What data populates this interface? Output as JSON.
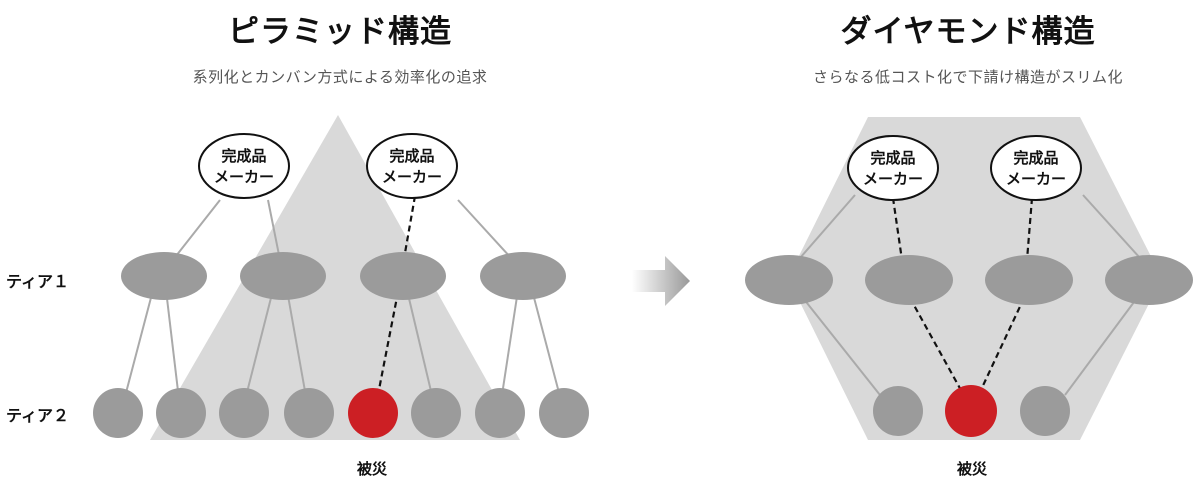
{
  "pyramid": {
    "title": "ピラミッド構造",
    "subtitle": "系列化とカンバン方式による効率化の追求",
    "oem_line1": "完成品",
    "oem_line2": "メーカー",
    "caption": "被災"
  },
  "diamond": {
    "title": "ダイヤモンド構造",
    "subtitle": "さらなる低コスト化で下請け構造がスリム化",
    "oem_line1": "完成品",
    "oem_line2": "メーカー",
    "caption": "被災"
  },
  "tiers": {
    "tier1": "ティア１",
    "tier2": "ティア２"
  },
  "colors": {
    "node": "#9b9b9b",
    "affected": "#cc1f24",
    "background_shape": "#d9d9d9",
    "line": "#aaaaaa",
    "dashed": "#111111",
    "arrow": "#9a9a9a"
  }
}
